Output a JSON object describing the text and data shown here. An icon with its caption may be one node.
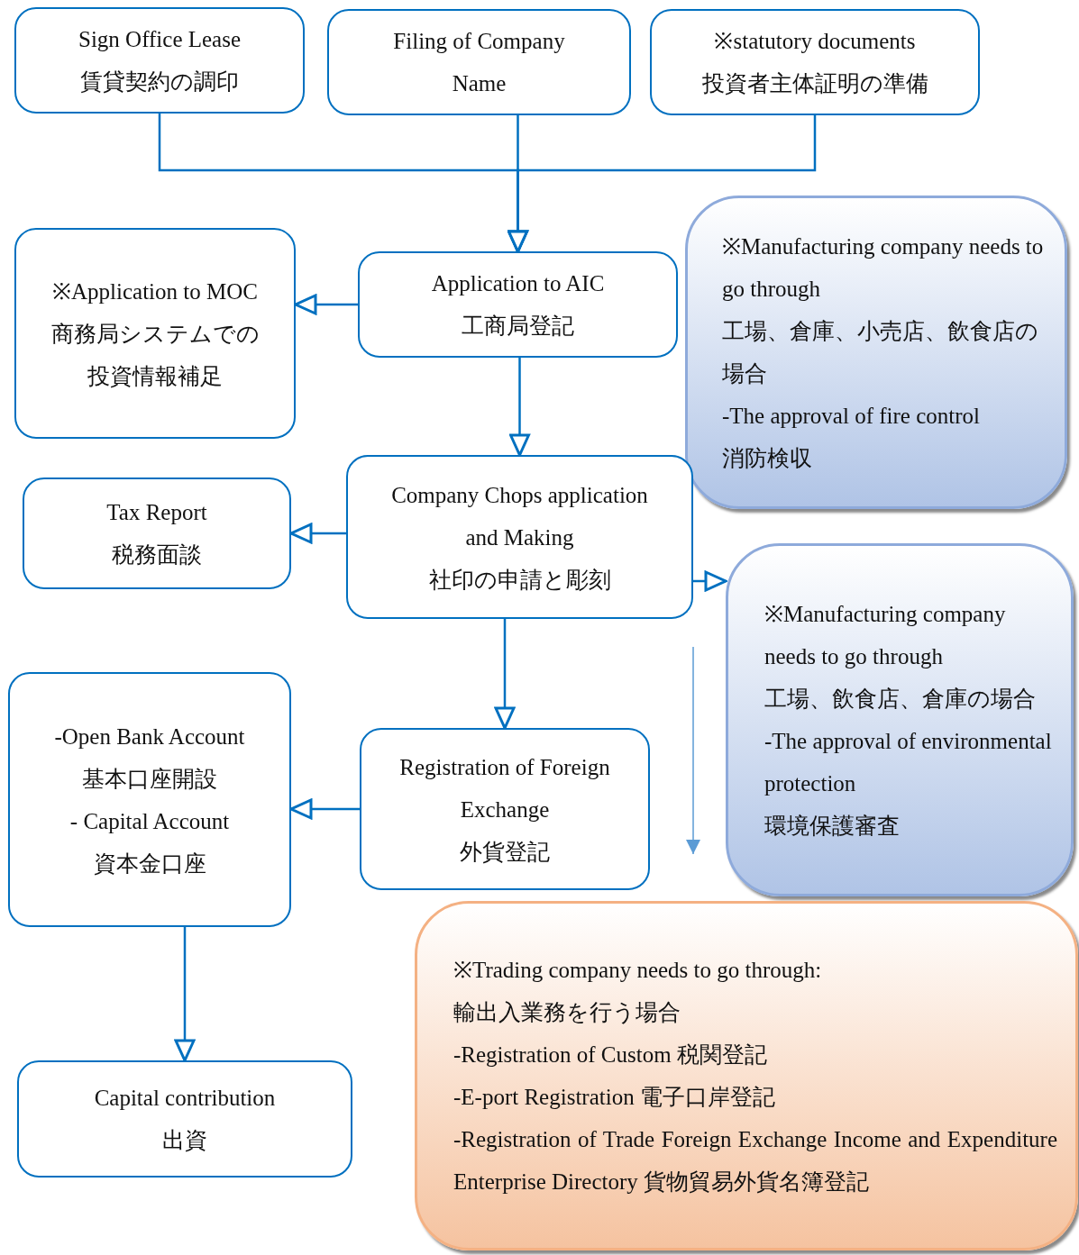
{
  "diagram": {
    "nodes": [
      {
        "text": [
          "Sign Office Lease",
          "賃貸契約の調印"
        ]
      },
      {
        "text": [
          "Filing of Company Name"
        ]
      },
      {
        "text": [
          "※statutory documents",
          "投資者主体証明の準備"
        ]
      },
      {
        "text": [
          "※Application to MOC",
          "商務局システムでの投資情報補足"
        ]
      },
      {
        "text": [
          "Application to AIC",
          "工商局登記"
        ]
      },
      {
        "text": [
          "※Manufacturing company needs to go through",
          "工場、倉庫、小売店、飲食店の場合",
          "-The approval of fire control",
          "消防検収"
        ]
      },
      {
        "text": [
          "Tax Report",
          "税務面談"
        ]
      },
      {
        "text": [
          "Company Chops application and Making",
          "社印の申請と彫刻"
        ]
      },
      {
        "text": [
          "※Manufacturing company needs to go through",
          "工場、飲食店、倉庫の場合",
          "-The approval of environmental protection",
          "環境保護審査"
        ]
      },
      {
        "text": [
          "-Open Bank Account",
          "基本口座開設",
          "- Capital Account",
          "資本金口座"
        ]
      },
      {
        "text": [
          "Registration of Foreign Exchange",
          "外貨登記"
        ]
      },
      {
        "text": [
          "Capital contribution",
          "出資"
        ]
      },
      {
        "text": [
          "※Trading company needs to go through:",
          "輸出入業務を行う場合",
          "-Registration of Custom 税関登記",
          "-E-port Registration 電子口岸登記",
          "-Registration of Trade Foreign Exchange Income and Expenditure Enterprise Directory 貨物貿易外貨名簿登記"
        ]
      }
    ],
    "edges": [
      {
        "from": 0,
        "to": 4,
        "arrow": "to"
      },
      {
        "from": 1,
        "to": 4,
        "arrow": "to"
      },
      {
        "from": 2,
        "to": 4,
        "arrow": "to"
      },
      {
        "from": 4,
        "to": 3,
        "arrow": "to"
      },
      {
        "from": 4,
        "to": 7,
        "arrow": "to"
      },
      {
        "from": 7,
        "to": 6,
        "arrow": "to"
      },
      {
        "from": 7,
        "to": 8,
        "arrow": "to"
      },
      {
        "from": 7,
        "to": 10,
        "arrow": "to"
      },
      {
        "from": 10,
        "to": 9,
        "arrow": "to"
      },
      {
        "from": 9,
        "to": 11,
        "arrow": "to"
      }
    ]
  }
}
